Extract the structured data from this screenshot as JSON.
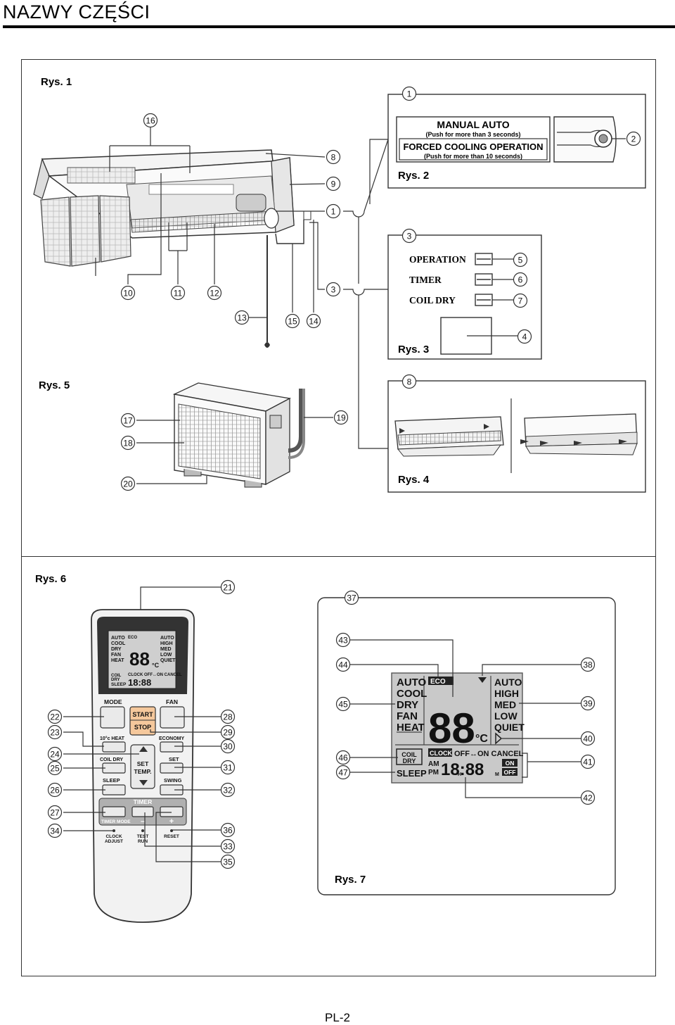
{
  "header": {
    "title": "NAZWY CZĘŚCI"
  },
  "footer": {
    "page": "PL-2"
  },
  "figures": {
    "rys1": "Rys. 1",
    "rys2": "Rys. 2",
    "rys3": "Rys. 3",
    "rys4": "Rys. 4",
    "rys5": "Rys. 5",
    "rys6": "Rys. 6",
    "rys7": "Rys. 7"
  },
  "rys2": {
    "manual_auto": "MANUAL AUTO",
    "manual_auto_hint": "(Push for more than 3 seconds)",
    "forced_cooling": "FORCED COOLING OPERATION",
    "forced_cooling_hint": "(Push for more than 10 seconds)"
  },
  "rys3": {
    "operation": "OPERATION",
    "timer": "TIMER",
    "coil_dry": "COIL DRY"
  },
  "remote": {
    "mode": "MODE",
    "fan": "FAN",
    "start": "START",
    "stop": "STOP",
    "heat10": "10°c HEAT",
    "economy": "ECONOMY",
    "coil_dry": "COIL DRY",
    "set": "SET",
    "set_temp_1": "SET",
    "set_temp_2": "TEMP.",
    "sleep": "SLEEP",
    "swing": "SWING",
    "timer": "TIMER",
    "timer_mode": "TIMER MODE",
    "minus": "–",
    "plus": "+",
    "clock_adjust_1": "CLOCK",
    "clock_adjust_2": "ADJUST",
    "test_run_1": "TEST",
    "test_run_2": "RUN",
    "reset": "RESET"
  },
  "lcd": {
    "modes": [
      "AUTO",
      "COOL",
      "DRY",
      "FAN",
      "HEAT"
    ],
    "fan_speeds": [
      "AUTO",
      "HIGH",
      "MED",
      "LOW",
      "QUIET"
    ],
    "eco": "ECO",
    "temp": "88",
    "unit": "°C",
    "coil": "COIL",
    "dry": "DRY",
    "clock": "CLOCK",
    "timer_line": "OFF↔ON CANCEL",
    "am": "AM",
    "pm": "PM",
    "time": "18:88",
    "h": "H",
    "m": "M",
    "sleep": "SLEEP",
    "on": "ON",
    "off": "OFF"
  },
  "callouts": [
    "1",
    "2",
    "3",
    "4",
    "5",
    "6",
    "7",
    "8",
    "9",
    "10",
    "11",
    "12",
    "13",
    "14",
    "15",
    "16",
    "17",
    "18",
    "19",
    "20",
    "21",
    "22",
    "23",
    "24",
    "25",
    "26",
    "27",
    "28",
    "29",
    "30",
    "31",
    "32",
    "33",
    "34",
    "35",
    "36",
    "37",
    "38",
    "39",
    "40",
    "41",
    "42",
    "43",
    "44",
    "45",
    "46",
    "47"
  ]
}
